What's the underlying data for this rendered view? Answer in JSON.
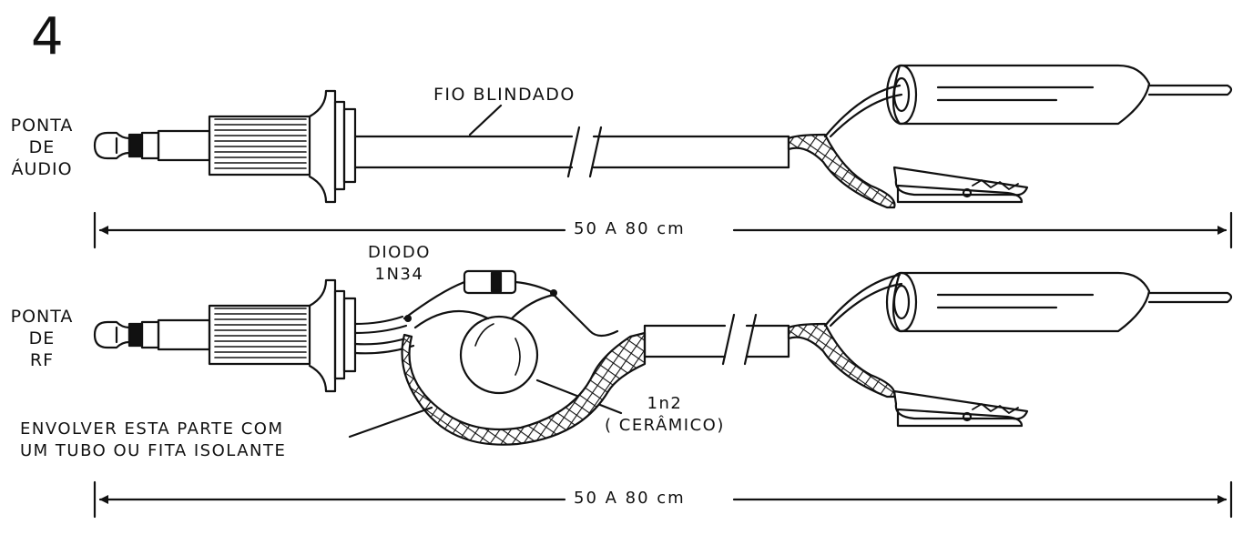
{
  "figure_number": "4",
  "top_probe": {
    "name_lines": [
      "PONTA",
      "DE",
      "ÁUDIO"
    ],
    "cable_label": "FIO  BLINDADO",
    "length_label": "50  A  80 cm"
  },
  "bottom_probe": {
    "name_lines": [
      "PONTA",
      "DE",
      "RF"
    ],
    "diode_label_lines": [
      "DIODO",
      "1N34"
    ],
    "capacitor_label_lines": [
      "1n2",
      "( CERÂMICO)"
    ],
    "note_lines": [
      "ENVOLVER ESTA  PARTE COM",
      "UM TUBO OU FITA  ISOLANTE"
    ],
    "length_label": "50  A  80 cm"
  },
  "colors": {
    "ink": "#111111",
    "paper": "#ffffff"
  }
}
